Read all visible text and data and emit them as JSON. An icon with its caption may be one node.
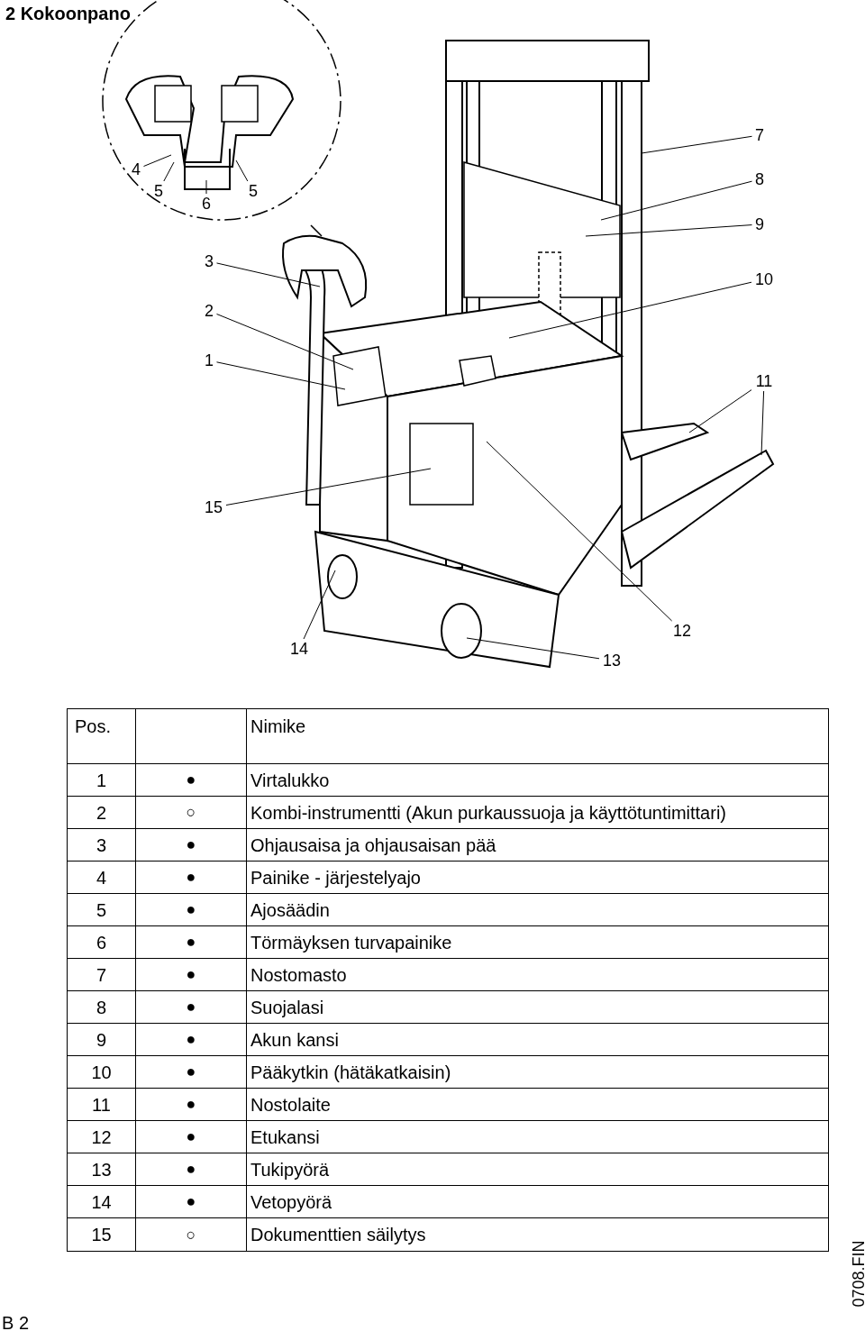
{
  "diagram": {
    "title": "2 Kokoonpano",
    "nodes": [
      {
        "text": [
          "4"
        ]
      },
      {
        "text": [
          "5"
        ]
      },
      {
        "text": [
          "6"
        ]
      },
      {
        "text": [
          "5"
        ]
      },
      {
        "text": [
          "3"
        ]
      },
      {
        "text": [
          "2"
        ]
      },
      {
        "text": [
          "1"
        ]
      },
      {
        "text": [
          "15"
        ]
      },
      {
        "text": [
          "14"
        ]
      },
      {
        "text": [
          "13"
        ]
      },
      {
        "text": [
          "12"
        ]
      },
      {
        "text": [
          "11"
        ]
      },
      {
        "text": [
          "10"
        ]
      },
      {
        "text": [
          "9"
        ]
      },
      {
        "text": [
          "8"
        ]
      },
      {
        "text": [
          "7"
        ]
      }
    ],
    "edges": [
      {
        "from": 0,
        "to": null,
        "arrow": "none"
      },
      {
        "from": 1,
        "to": null,
        "arrow": "none"
      },
      {
        "from": 2,
        "to": null,
        "arrow": "none"
      },
      {
        "from": 3,
        "to": null,
        "arrow": "none"
      },
      {
        "from": 4,
        "to": null,
        "arrow": "none"
      },
      {
        "from": 5,
        "to": null,
        "arrow": "none"
      },
      {
        "from": 6,
        "to": null,
        "arrow": "none"
      },
      {
        "from": 7,
        "to": null,
        "arrow": "none"
      },
      {
        "from": 8,
        "to": null,
        "arrow": "none"
      },
      {
        "from": 9,
        "to": null,
        "arrow": "none"
      },
      {
        "from": 10,
        "to": null,
        "arrow": "none"
      },
      {
        "from": 11,
        "to": null,
        "arrow": "none"
      },
      {
        "from": 11,
        "to": null,
        "arrow": "none"
      },
      {
        "from": 12,
        "to": null,
        "arrow": "none"
      },
      {
        "from": 13,
        "to": null,
        "arrow": "none"
      },
      {
        "from": 14,
        "to": null,
        "arrow": "none"
      },
      {
        "from": 15,
        "to": null,
        "arrow": "none"
      }
    ],
    "labels": [
      "Pos.",
      "Nimike",
      "1",
      "●",
      "Virtalukko",
      "2",
      "○",
      "Kombi-instrumentti (Akun purkaussuoja ja käyttötuntimittari)",
      "3",
      "●",
      "Ohjausaisa ja ohjausaisan pää",
      "4",
      "●",
      "Painike - järjestelyajo",
      "5",
      "●",
      "Ajosäädin",
      "6",
      "●",
      "Törmäyksen turvapainike",
      "7",
      "●",
      "Nostomasto",
      "8",
      "●",
      "Suojalasi",
      "9",
      "●",
      "Akun kansi",
      "10",
      "●",
      "Pääkytkin (hätäkatkaisin)",
      "11",
      "●",
      "Nostolaite",
      "12",
      "●",
      "Etukansi",
      "13",
      "●",
      "Tukipyörä",
      "14",
      "●",
      "Vetopyörä",
      "15",
      "○",
      "Dokumenttien säilytys",
      "0708.FIN",
      "B 2"
    ]
  }
}
